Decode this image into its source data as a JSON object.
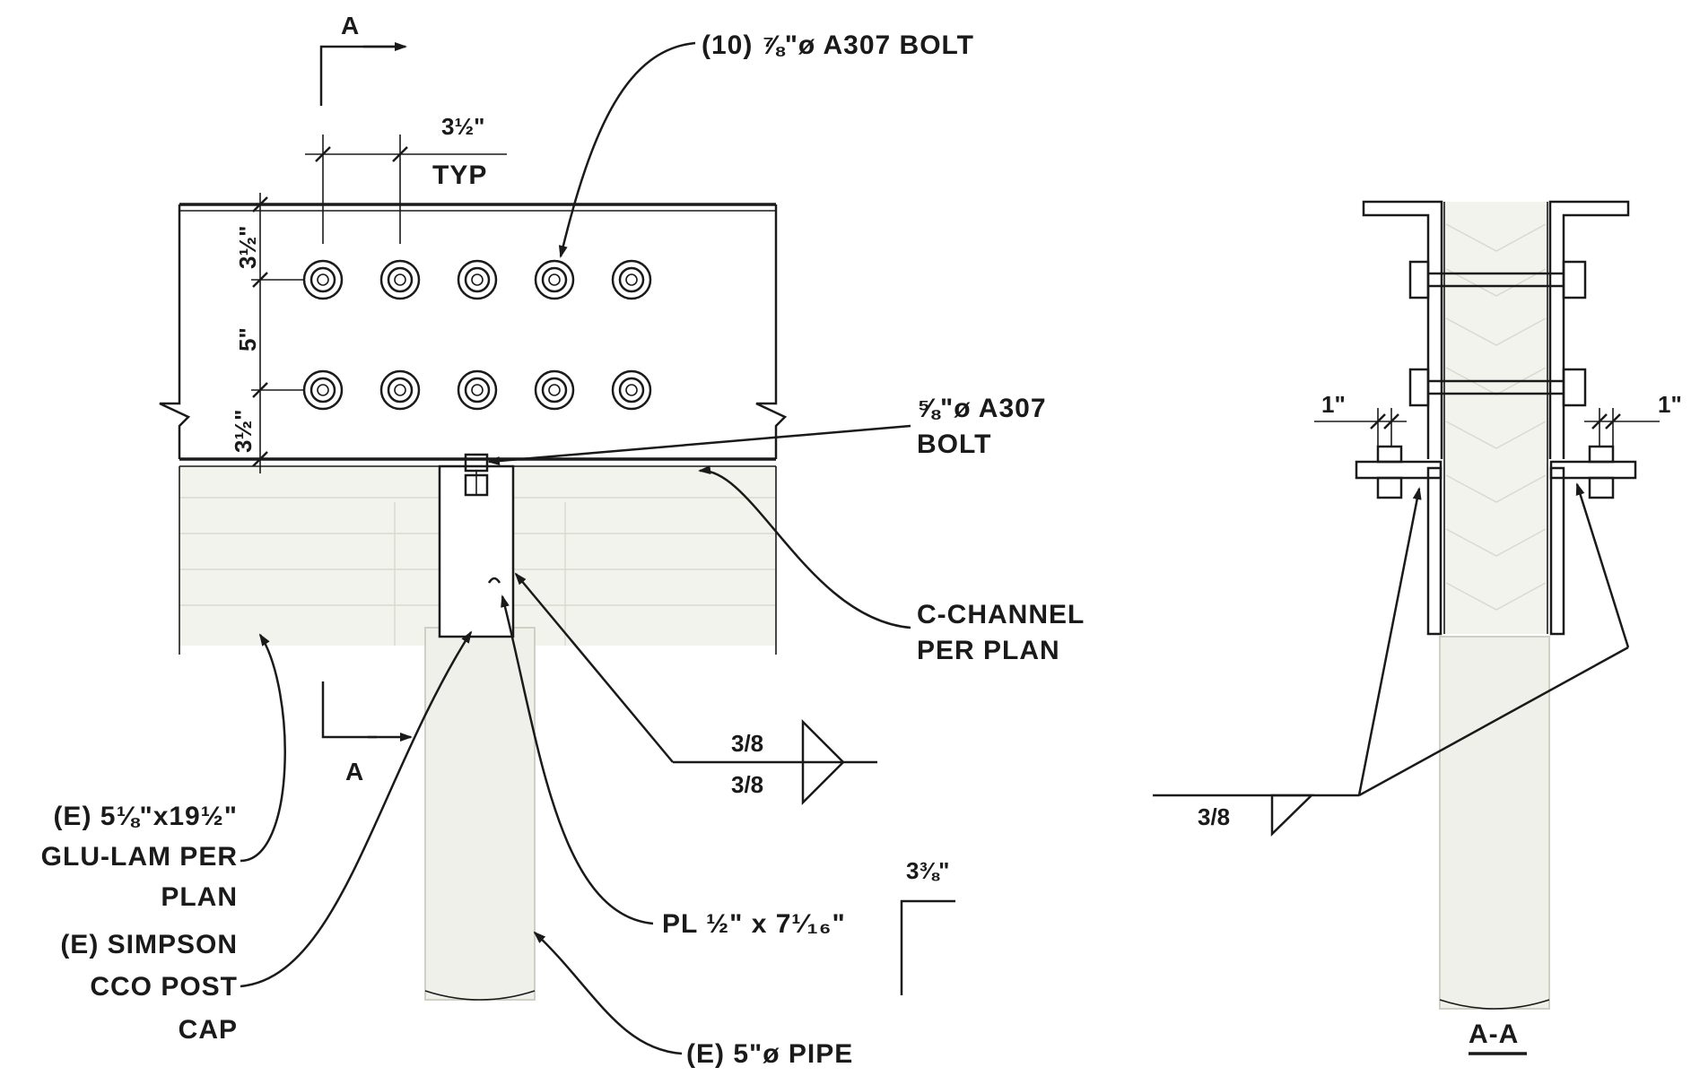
{
  "labels": {
    "bolt_group": "(10) ⅞\"ø A307 BOLT",
    "bolt_single_line1": "⅝\"ø A307",
    "bolt_single_line2": "BOLT",
    "c_channel_line1": "C-CHANNEL",
    "c_channel_line2": "PER PLAN",
    "glulam_line1": "(E) 5⅛\"x19½\"",
    "glulam_line2": "GLU-LAM PER",
    "glulam_line3": "PLAN",
    "post_cap_line1": "(E) SIMPSON",
    "post_cap_line2": "CCO POST",
    "post_cap_line3": "CAP",
    "plate": "PL ½\" x 7¹⁄₁₆\"",
    "pipe": "(E) 5\"ø PIPE",
    "section_title": "A-A"
  },
  "dimensions": {
    "bolt_spacing": "3½\"",
    "typ": "TYP",
    "top_edge": "3½\"",
    "row_spacing": "5\"",
    "bottom_edge": "3½\"",
    "plate_leg": "3⅜\"",
    "edge_left": "1\"",
    "edge_right": "1\""
  },
  "welds": {
    "elevation_top": "3/8",
    "elevation_bottom": "3/8",
    "section": "3/8"
  },
  "section_marks": {
    "top": "A",
    "bottom": "A"
  }
}
